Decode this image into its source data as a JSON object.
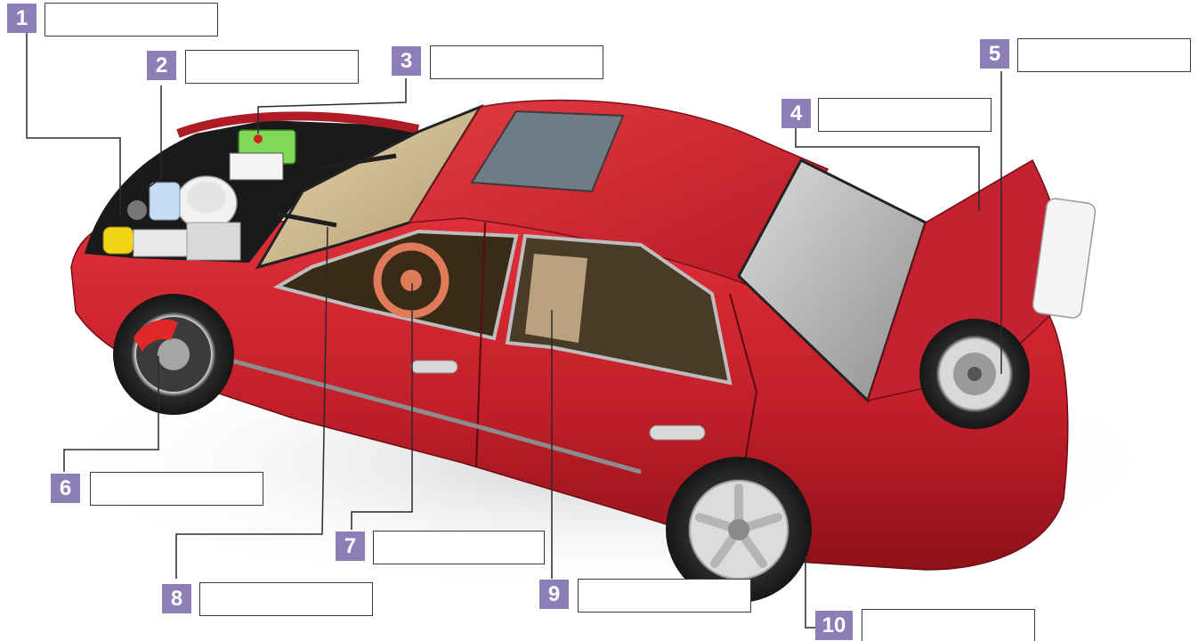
{
  "colors": {
    "badge": "#8c7fb6",
    "car_body": "#c21f2a",
    "leader_line": "#2a2a2a",
    "box_border": "#3a3a3a"
  },
  "labels": [
    {
      "number": "1",
      "answer": ""
    },
    {
      "number": "2",
      "answer": ""
    },
    {
      "number": "3",
      "answer": ""
    },
    {
      "number": "4",
      "answer": ""
    },
    {
      "number": "5",
      "answer": ""
    },
    {
      "number": "6",
      "answer": ""
    },
    {
      "number": "7",
      "answer": ""
    },
    {
      "number": "8",
      "answer": ""
    },
    {
      "number": "9",
      "answer": ""
    },
    {
      "number": "10",
      "answer": ""
    }
  ]
}
